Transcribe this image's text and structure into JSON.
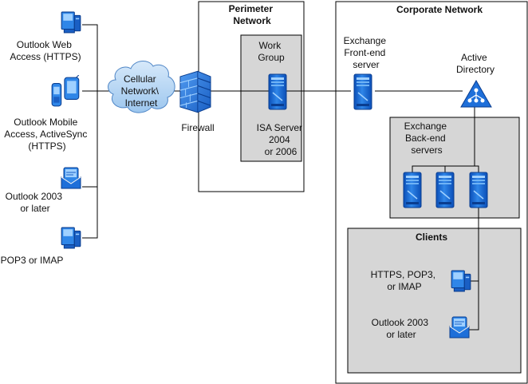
{
  "zones": {
    "perimeter": {
      "title": [
        "Perimeter",
        "Network"
      ]
    },
    "corporate": {
      "title": [
        "Corporate Network"
      ]
    },
    "workgroup": {
      "title": [
        "Work",
        "Group"
      ]
    },
    "backend": {
      "title": [
        "Exchange",
        "Back-end",
        "servers"
      ]
    },
    "clients": {
      "title": [
        "Clients"
      ]
    }
  },
  "nodes": {
    "owa": {
      "label": [
        "Outlook Web",
        "Access (HTTPS)"
      ],
      "icon": "computer-icon"
    },
    "mobile": {
      "label": [
        "Outlook Mobile",
        "Access, ActiveSync",
        "(HTTPS)"
      ],
      "icon": "mobile-device-icon"
    },
    "outlook_ext": {
      "label": [
        "Outlook 2003",
        "or later"
      ],
      "icon": "mail-client-icon"
    },
    "pop3": {
      "label": [
        "POP3 or IMAP"
      ],
      "icon": "computer-icon"
    },
    "internet": {
      "label": [
        "Cellular",
        "Network\\",
        "Internet"
      ],
      "icon": "cloud-icon"
    },
    "firewall": {
      "label": [
        "Firewall"
      ],
      "icon": "firewall-icon"
    },
    "isa": {
      "label": [
        "ISA Server",
        "2004",
        "or 2006"
      ],
      "icon": "server-icon"
    },
    "frontend": {
      "label": [
        "Exchange",
        "Front-end",
        "server"
      ],
      "icon": "server-icon"
    },
    "ad": {
      "label": [
        "Active",
        "Directory"
      ],
      "icon": "directory-icon"
    },
    "client_https": {
      "label": [
        "HTTPS, POP3,",
        "or IMAP"
      ],
      "icon": "computer-icon"
    },
    "client_outlook": {
      "label": [
        "Outlook 2003",
        "or later"
      ],
      "icon": "mail-client-icon"
    }
  },
  "colors": {
    "icon_blue": "#1e6fd9",
    "icon_light": "#8ec5f5",
    "zone_gray": "#d6d6d6",
    "cloud": "#b8d6f2"
  }
}
